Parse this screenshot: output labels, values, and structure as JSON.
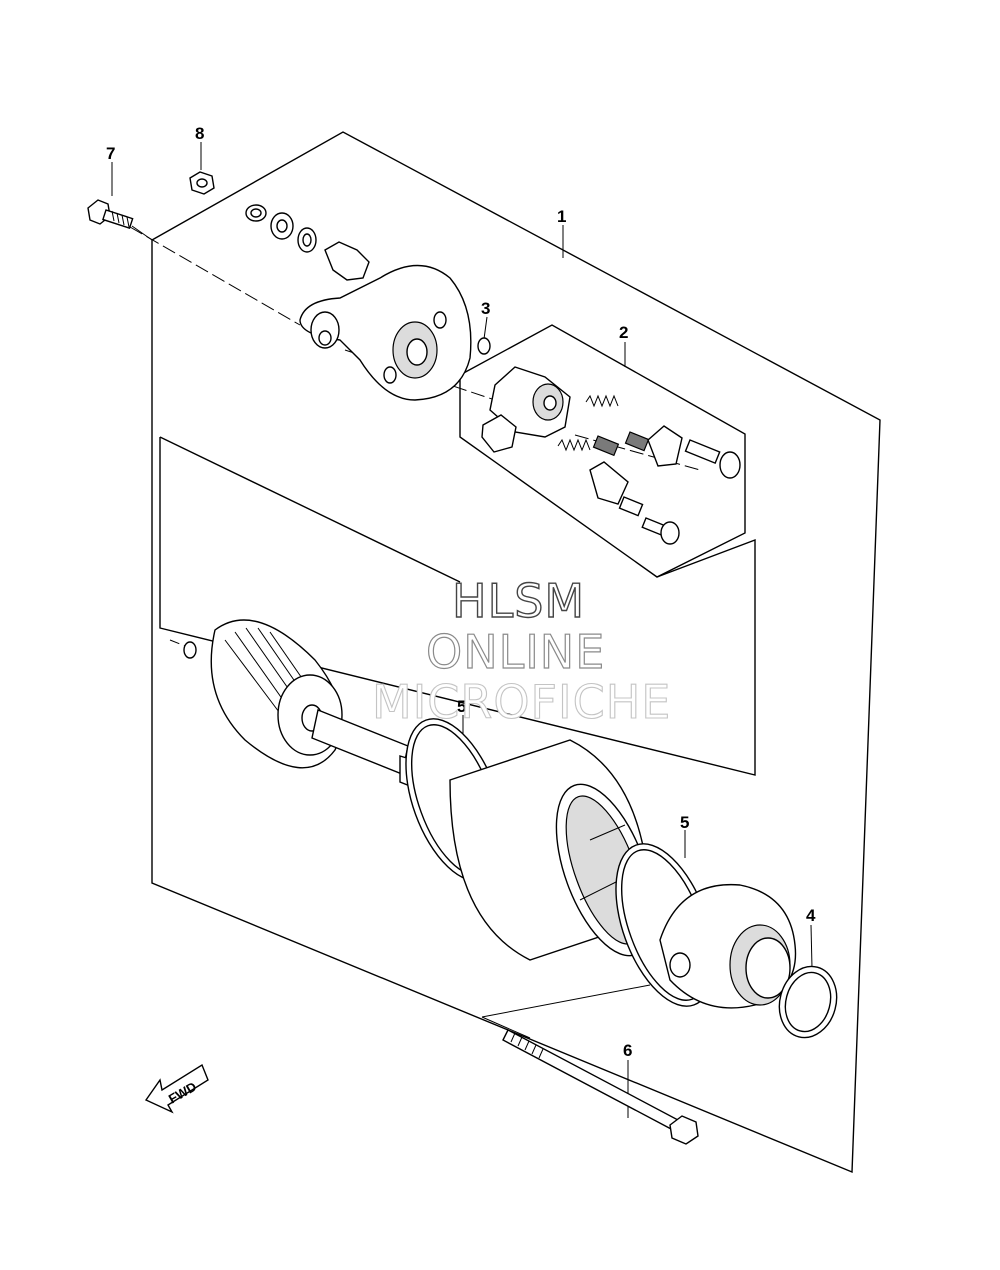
{
  "callouts": {
    "c1": "1",
    "c2": "2",
    "c3": "3",
    "c4": "4",
    "c5a": "5",
    "c5b": "5",
    "c6": "6",
    "c7": "7",
    "c8": "8"
  },
  "fwd_label": "FWD",
  "watermark": {
    "line1": "HLSM",
    "line2": "ONLINE",
    "line3": "MICROFICHE"
  }
}
